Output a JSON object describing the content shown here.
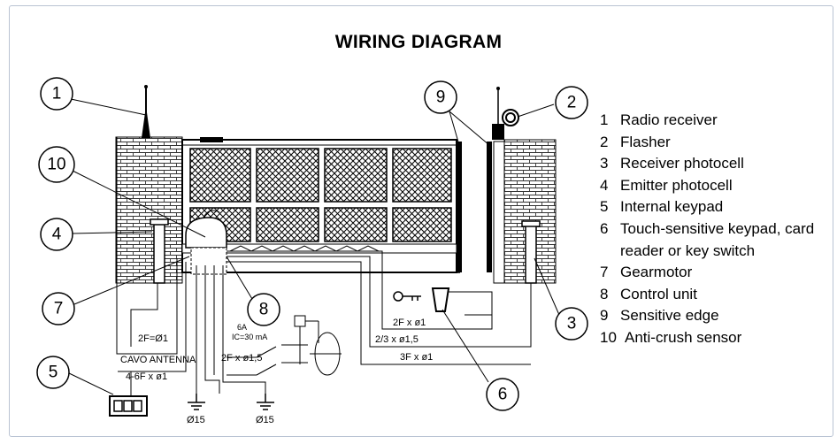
{
  "title": "WIRING DIAGRAM",
  "legend": [
    {
      "num": "1",
      "text": "Radio receiver"
    },
    {
      "num": "2",
      "text": "Flasher"
    },
    {
      "num": "3",
      "text": "Receiver photocell"
    },
    {
      "num": "4",
      "text": "Emitter photocell"
    },
    {
      "num": "5",
      "text": "Internal keypad"
    },
    {
      "num": "6",
      "text": "Touch-sensitive keypad, card reader or key switch"
    },
    {
      "num": "7",
      "text": "Gearmotor"
    },
    {
      "num": "8",
      "text": "Control unit"
    },
    {
      "num": "9",
      "text": "Sensitive edge"
    },
    {
      "num": "10",
      "text": "Anti-crush sensor"
    }
  ],
  "callouts": [
    "1",
    "2",
    "3",
    "4",
    "5",
    "6",
    "7",
    "8",
    "9",
    "10"
  ],
  "wire_labels": {
    "w2f_o1": "2F=Ø1",
    "cavo_antenna": "CAVO ANTENNA",
    "w46f": "4-6F x ø1",
    "w2f_o15_left": "2F x ø1,5",
    "w2f_x_o1": "2F x ø1",
    "w23_o15": "2/3 x ø1,5",
    "w3f_o1": "3F x ø1",
    "ground_left": "Ø15",
    "ground_right": "Ø15",
    "breaker_amps": "6A",
    "breaker_ic": "IC=30 mA"
  },
  "colors": {
    "ink": "#000000",
    "frame_border": "#b9c3d3"
  }
}
